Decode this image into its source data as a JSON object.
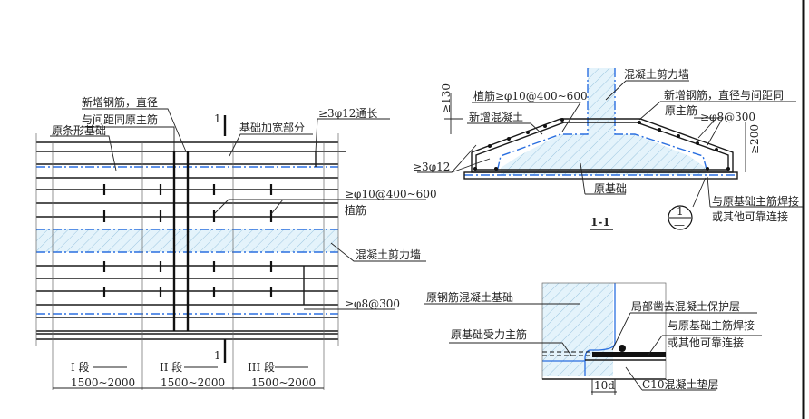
{
  "plan": {
    "new_rebar_label_1": "新增钢筋，直径",
    "new_rebar_label_2": "与间距同原主筋",
    "original_strip_foundation": "原条形基础",
    "section_mark": "1",
    "widened_part": "基础加宽部分",
    "through_bar": "≥3φ12通长",
    "dowel_spec": "≥φ10@400~600",
    "dowel_label": "植筋",
    "shear_wall": "混凝土剪力墙",
    "stirrup_spec": "≥φ8@300",
    "segments": [
      {
        "label": "I 段",
        "range": "1500~2000"
      },
      {
        "label": "II 段",
        "range": "1500~2000"
      },
      {
        "label": "III 段",
        "range": "1500~2000"
      }
    ]
  },
  "section": {
    "title": "1-1",
    "shear_wall": "混凝土剪力墙",
    "dowel": "植筋≥φ10@400~600",
    "new_concrete": "新增混凝土",
    "dim_130": "≥130",
    "new_rebar_1": "新增钢筋，直径与间距同",
    "new_rebar_2": "原主筋",
    "stirrup": "≥φ8@300",
    "dim_200": "≥200",
    "bars": "≥3φ12",
    "original_foundation": "原基础",
    "weld_1": "与原基础主筋焊接",
    "weld_2": "或其他可靠连接",
    "detail_ref_top": "1",
    "detail_ref_bottom": "—"
  },
  "detail": {
    "rc_foundation": "原钢筋混凝土基础",
    "remove_cover": "局部凿去混凝土保护层",
    "weld_1": "与原基础主筋焊接",
    "weld_2": "或其他可靠连接",
    "main_bar": "原基础受力主筋",
    "dim_10d": "10d",
    "c10_layer": "C10混凝土垫层"
  }
}
